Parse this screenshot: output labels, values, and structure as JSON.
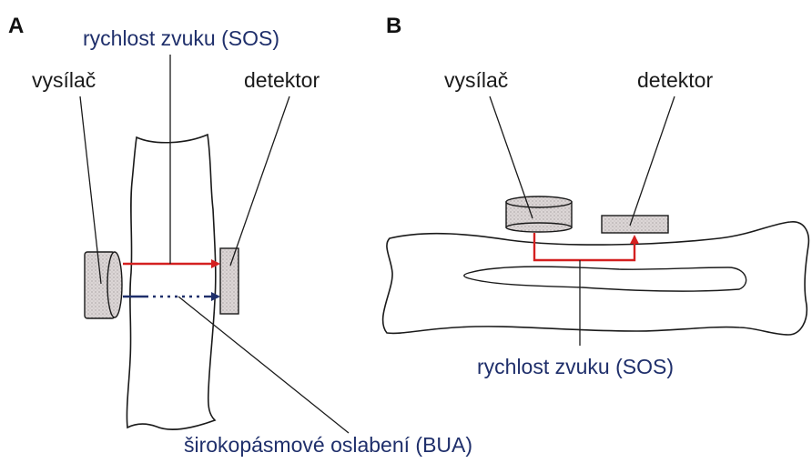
{
  "panels": {
    "a": {
      "letter": "A",
      "sos_label": "rychlost zvuku (SOS)",
      "transmitter_label": "vysílač",
      "detector_label": "detektor",
      "bua_label": "širokopásmové oslabení (BUA)"
    },
    "b": {
      "letter": "B",
      "transmitter_label": "vysílač",
      "detector_label": "detektor",
      "sos_label": "rychlost zvuku (SOS)"
    }
  },
  "colors": {
    "outline": "#1a1a1a",
    "sos_arrow": "#d42020",
    "bua_arrow": "#1f2f6b",
    "blue_text": "#1f2f6b",
    "transducer_fill": "#dcd6d6"
  }
}
